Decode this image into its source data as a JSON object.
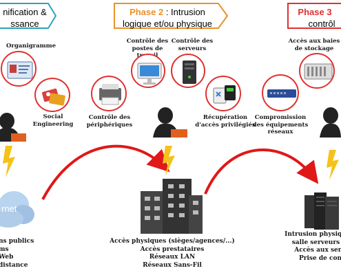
{
  "phases": [
    {
      "number": "",
      "label": "nification &",
      "label2": "ssance"
    },
    {
      "number": "Phase 2",
      "label": " : Intrusion",
      "label2": "logique et/ou physique"
    },
    {
      "number": "Phase 3",
      "label": "",
      "label2": "contrôl"
    }
  ],
  "labels": {
    "organigramme": "Organigramme",
    "social": [
      "Social",
      "Engineering"
    ],
    "peripheriques": [
      "Contrôle des",
      "périphériques"
    ],
    "postes": [
      "Contrôle des",
      "postes de travail"
    ],
    "serveurs": [
      "Contrôle des",
      "serveurs"
    ],
    "privileges": [
      "Récupération",
      "d'accès privilégiés"
    ],
    "baies": [
      "Accès aux baies",
      "de stockage"
    ],
    "equipements": [
      "Compromission",
      "des équipements",
      "réseaux"
    ],
    "internet": "rnet"
  },
  "left_list": [
    "ns publics",
    "ms",
    "Web",
    "distance"
  ],
  "middle_list": [
    "Accès physiques (sièges/agences/...)",
    "Accès prestataires",
    "Réseaux LAN",
    "Réseaux Sans-Fil"
  ],
  "right_list": [
    "Intrusion physiqu",
    "salle serveurs o",
    "Accès aux serv",
    "Prise de con"
  ],
  "colors": {
    "phase1": "#2aa3b8",
    "phase2": "#e8922a",
    "phase3": "#e03030",
    "arrow": "#e01818"
  }
}
